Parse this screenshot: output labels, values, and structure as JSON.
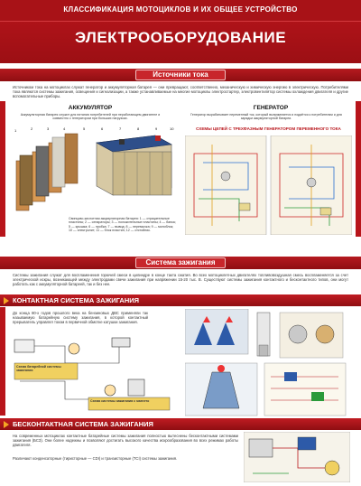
{
  "header": {
    "top_title": "КЛАССИФИКАЦИЯ МОТОЦИКЛОВ И ИХ ОБЩЕЕ УСТРОЙСТВО",
    "main_title": "ЭЛЕКТРООБОРУДОВАНИЕ"
  },
  "sections": {
    "sources": {
      "title": "Источники тока",
      "intro": "Источником тока на мотоциклах служат генератор и аккумуляторная батарея — они превращают, соответственно, механическую и химическую энергию в электрическую. Потребителями тока являются системы зажигания, освещения и сигнализации, а также устанавливаемые на многие мотоциклы электростартер, электровентилятор системы охлаждения двигателя и другие вспомогательные приборы.",
      "battery_title": "АККУМУЛЯТОР",
      "battery_text": "Аккумуляторная батарея служит для питания потребителей при неработающем двигателе и совместно с генератором при больших нагрузках.",
      "battery_caption": "Свинцово-кислотная аккумуляторная батарея: 1 — отрицательные пластины; 2 — сепараторы; 3 — положительные пластины; 4 — банка; 5 — крышка; 6 — пробка; 7 — вывод; 8 — перемычка; 9 — моноблок; 10 — электролит; 11 — блок пластин; 12 — отстойник.",
      "generator_title": "ГЕНЕРАТОР",
      "generator_text": "Генератор вырабатывает переменный ток, который выпрямляется и подаётся к потребителям и для зарядки аккумуляторной батареи.",
      "schemes_title": "СХЕМЫ ЦЕПЕЙ С ТРЕХФАЗНЫМ ГЕНЕРАТОРОМ ПЕРЕМЕННОГО ТОКА"
    },
    "ignition": {
      "title": "Система зажигания",
      "intro": "Системы зажигания служат для воспламенения горючей смеси в цилиндре в конце такта сжатия. Во всех мотоциклетных двигателях топливовоздушная смесь воспламеняется за счет электрической искры, возникающей между электродами свечи зажигания при напряжении 15-20 тыс. В. Существуют системы зажигания контактного и бесконтактного типов, они могут работать как с аккумуляторной батареей, так и без нее."
    },
    "contact": {
      "title": "КОНТАКТНАЯ СИСТЕМА ЗАЖИГАНИЯ",
      "intro": "До конца 80-х годов прошлого века на бензиновых ДВС применяли так называемую батарейную систему зажигания, в которой контактный прерыватель управлял током в первичной обмотке катушки зажигания.",
      "caption_a": "Схема батарейной системы зажигания",
      "caption_b": "Схема системы зажигания с магнето"
    },
    "contactless": {
      "title": "БЕСКОНТАКТНАЯ СИСТЕМА ЗАЖИГАНИЯ",
      "text1": "На современных мотоциклах контактные батарейные системы зажигания полностью вытеснены бесконтактными системами зажигания (БСЗ). Они более надежны и позволяют достигать высокого качества искрообразования во всех режимах работы двигателя.",
      "text2": "Различают конденсаторные (тиристорные — CDI) и транзисторные (TCI) системы зажигания."
    }
  },
  "colors": {
    "primary_red": "#b8151b",
    "accent_orange": "#f5a623"
  }
}
